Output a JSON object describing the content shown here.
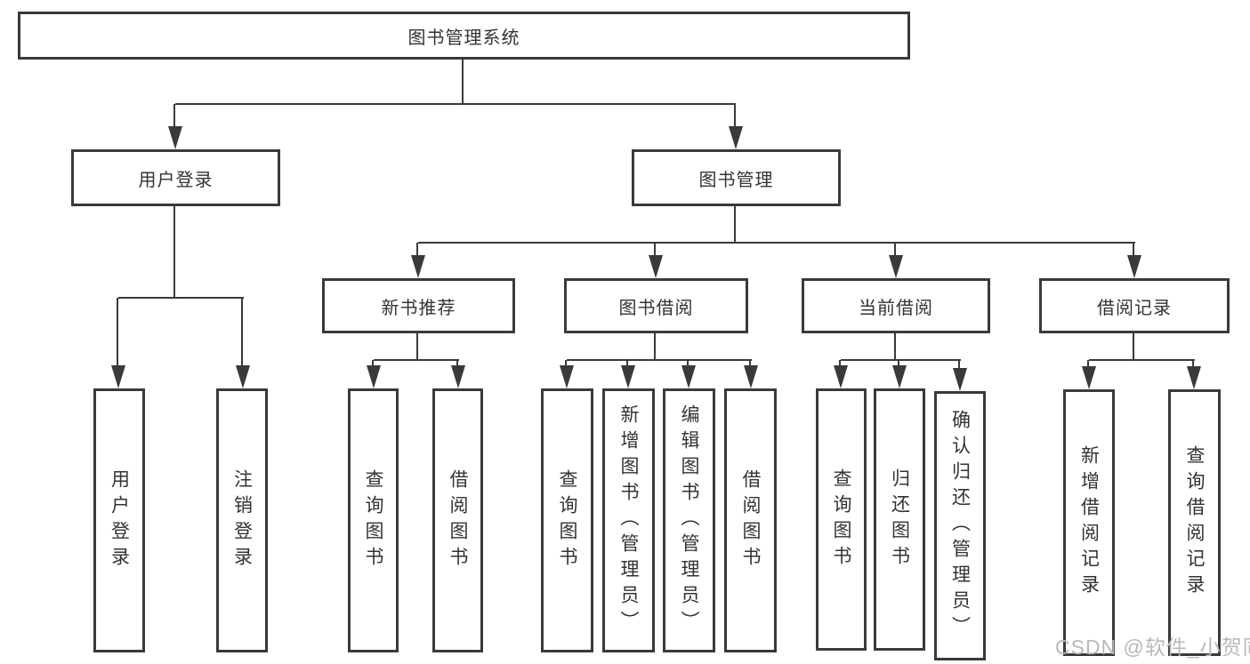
{
  "colors": {
    "line": "#3a3a3a",
    "text": "#333333",
    "background": "#ffffff",
    "watermark": "#b9b9b9"
  },
  "diagram": {
    "root": {
      "label": "图书管理系统"
    },
    "modules": [
      {
        "label": "用户登录"
      },
      {
        "label": "图书管理"
      }
    ],
    "submodules": [
      {
        "label": "新书推荐"
      },
      {
        "label": "图书借阅"
      },
      {
        "label": "当前借阅"
      },
      {
        "label": "借阅记录"
      }
    ],
    "leaves": {
      "user_login": [
        "用户登录",
        "注销登录"
      ],
      "new_book": [
        "查询图书",
        "借阅图书"
      ],
      "book_borrow": [
        "查询图书",
        "新增图书（管理员）",
        "编辑图书（管理员）",
        "借阅图书"
      ],
      "current_borrow": [
        "查询图书",
        "归还图书",
        "确认归还（管理员）"
      ],
      "borrow_record": [
        "新增借阅记录",
        "查询借阅记录"
      ]
    }
  },
  "watermark": {
    "text": "CSDN @软件_小贺同学"
  }
}
